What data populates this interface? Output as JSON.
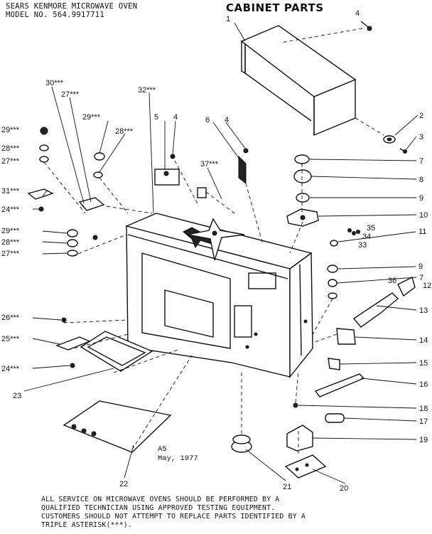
{
  "header": {
    "line1": "SEARS KENMORE MICROWAVE OVEN",
    "line2": "MODEL NO. 564.9917711"
  },
  "title": "CABINET PARTS",
  "callouts": [
    "1",
    "2",
    "3",
    "4",
    "4",
    "4",
    "5",
    "6",
    "7",
    "8",
    "9",
    "10",
    "11",
    "9",
    "7",
    "12",
    "13",
    "14",
    "15",
    "16",
    "18",
    "17",
    "19",
    "20",
    "21",
    "22",
    "23",
    "24***",
    "25***",
    "26***",
    "27***",
    "28***",
    "29***",
    "24***",
    "31***",
    "29***",
    "28***",
    "27***",
    "30***",
    "27***",
    "29***",
    "28***",
    "32***",
    "37***",
    "33",
    "34",
    "35",
    "36"
  ],
  "revision": {
    "code": "A5",
    "date": "May, 1977"
  },
  "notice": [
    "ALL SERVICE ON MICROWAVE OVENS SHOULD BE PERFORMED BY A",
    "QUALIFIED TECHNICIAN USING APPROVED TESTING EQUIPMENT.",
    "CUSTOMERS SHOULD NOT ATTEMPT TO REPLACE PARTS IDENTIFIED BY A",
    "TRIPLE ASTERISK(***)."
  ]
}
